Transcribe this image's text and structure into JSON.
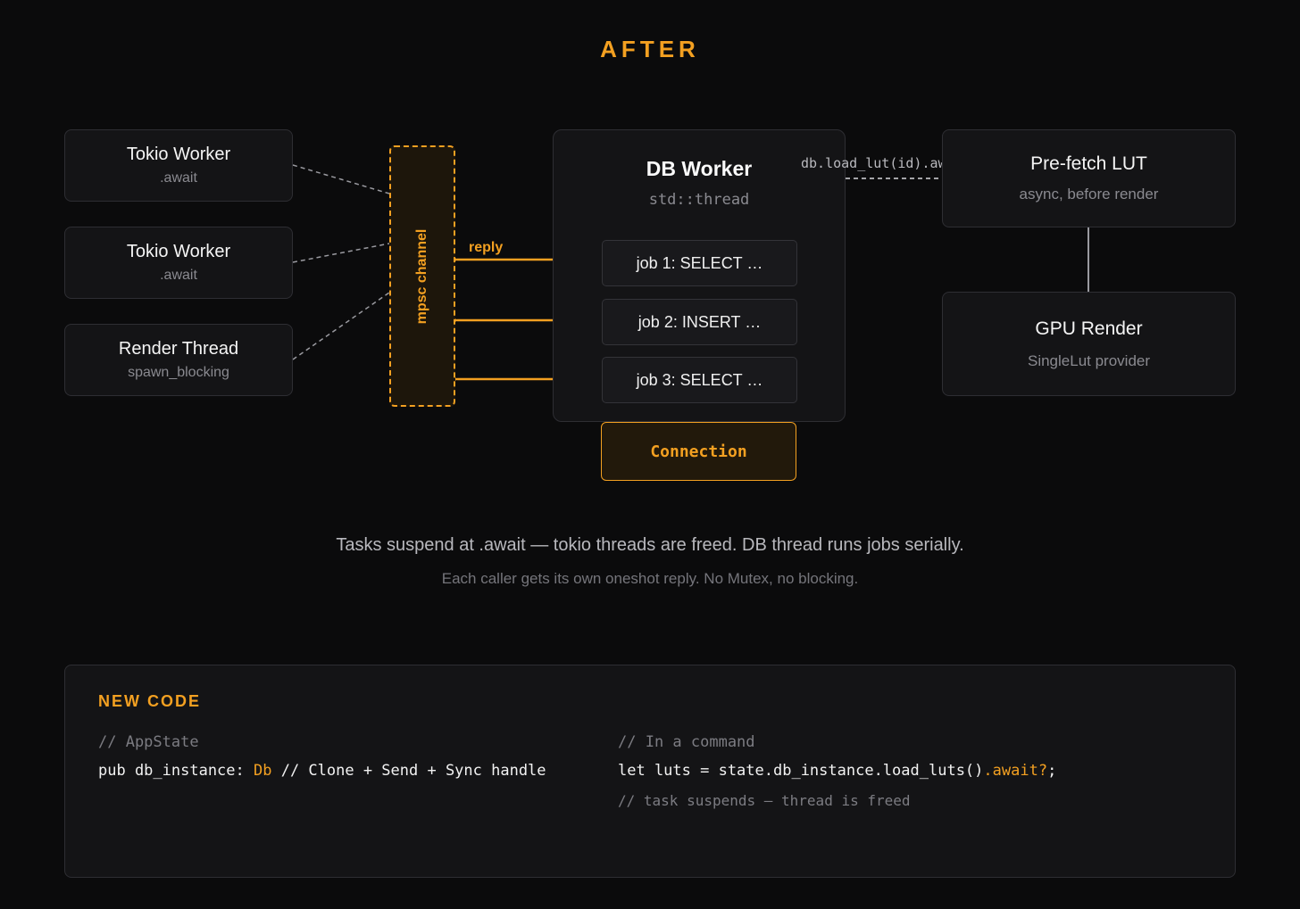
{
  "title": "AFTER",
  "callers": [
    {
      "name": "Tokio Worker",
      "sub": ".await"
    },
    {
      "name": "Tokio Worker",
      "sub": ".await"
    },
    {
      "name": "Render Thread",
      "sub": "spawn_blocking"
    }
  ],
  "channel": {
    "label": "mpsc channel",
    "reply_label": "reply"
  },
  "db_worker": {
    "title": "DB Worker",
    "subtitle": "std::thread",
    "jobs": [
      "job 1: SELECT …",
      "job 2: INSERT …",
      "job 3: SELECT …"
    ],
    "connection": "Connection"
  },
  "call_label": "db.load_lut(id).await",
  "prefetch": {
    "title": "Pre-fetch LUT",
    "sub": "async, before render"
  },
  "gpu": {
    "title": "GPU Render",
    "sub": "SingleLut provider"
  },
  "caption": {
    "line1": "Tasks suspend at .await — tokio threads are freed. DB thread runs jobs serially.",
    "line2": "Each caller gets its own oneshot reply. No Mutex, no blocking."
  },
  "code_panel": {
    "title": "NEW CODE",
    "left": {
      "comment": "// AppState",
      "line_a": "pub db_instance: ",
      "line_type": "Db",
      "line_b": " // Clone + Send + Sync handle"
    },
    "right": {
      "comment": "// In a command",
      "line_a": "let luts = state.db_instance.load_luts()",
      "line_hl": ".await?",
      "line_b": ";",
      "note": "// task suspends — thread is freed"
    }
  },
  "colors": {
    "accent": "#f3a021",
    "background": "#0b0b0c",
    "box": "#141416",
    "border": "#2e2e33"
  }
}
